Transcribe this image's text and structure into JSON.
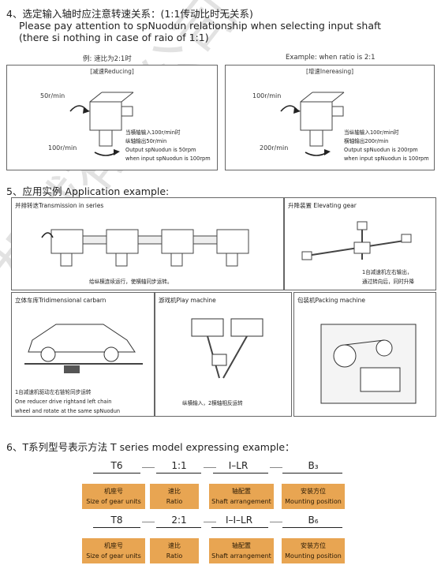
{
  "watermark": "机械有限公司",
  "section4": {
    "line1": "4、选定输入轴时应注意转速关系：(1:1传动比时无关系)",
    "line2": "Please pay attention to spNuodun relationship when selecting input shaft",
    "line3": "(there si nothing in case of raio of 1:1)",
    "example_left": "例:  速比为2:1时",
    "example_right": "Example:  when ratio is 2:1",
    "left_box": {
      "title": "[减速Reducing]",
      "speed_top": "50r/min",
      "speed_bottom": "100r/min",
      "notes": [
        "当横轴输入100r/min时",
        "纵轴输出50r/min",
        "Output spNuodun is 50rpm",
        "when input spNuodun is 100rpm"
      ]
    },
    "right_box": {
      "title": "[增速Inereasing]",
      "speed_top": "100r/min",
      "speed_bottom": "200r/min",
      "notes": [
        "当纵轴输入100r/min时",
        "横轴输出200r/min",
        "Output spNuodun is 200rpm",
        "when input spNuodun is 100rpm"
      ]
    }
  },
  "section5": {
    "heading": "5、应用实例   Application example:",
    "series": {
      "title": "并排转迭Transmission in series",
      "caption": "给纵横连续运行，使横轴同步运转。"
    },
    "elevating": {
      "title": "升降装置 Elevating gear",
      "caption": [
        "1台减速机左右输出，",
        "通过转向后，同时升降"
      ]
    },
    "carbarn": {
      "title": "立体车库Tridimensional carbarn",
      "caption": [
        "1台减速机驱动左右链轮同步运转",
        "One reducer drive rightand left chain",
        "wheel and rotate at the same spNuodun"
      ]
    },
    "play": {
      "title": "游戏机Play machine",
      "caption": "纵横输入，2横轴相反运转"
    },
    "packing": {
      "title": "包装机Packing machine"
    }
  },
  "section6": {
    "heading": "6、T系列型号表示方法   T series model expressing example：",
    "rows": [
      {
        "codes": [
          "T6",
          "1:1",
          "I–LR",
          "B₃"
        ],
        "labels": [
          [
            "机座号",
            "Size of gear units"
          ],
          [
            "速比",
            "Ratio"
          ],
          [
            "轴配置",
            "Shaft arrangement"
          ],
          [
            "安装方位",
            "Mounting position"
          ]
        ]
      },
      {
        "codes": [
          "T8",
          "2:1",
          "I–I–LR",
          "B₆"
        ],
        "labels": [
          [
            "机座号",
            "Size of gear units"
          ],
          [
            "速比",
            "Ratio"
          ],
          [
            "轴配置",
            "Shaft arrangement"
          ],
          [
            "安装方位",
            "Mounting position"
          ]
        ]
      }
    ],
    "dash": "—"
  },
  "colors": {
    "accent": "#e8a552",
    "border": "#666666"
  }
}
